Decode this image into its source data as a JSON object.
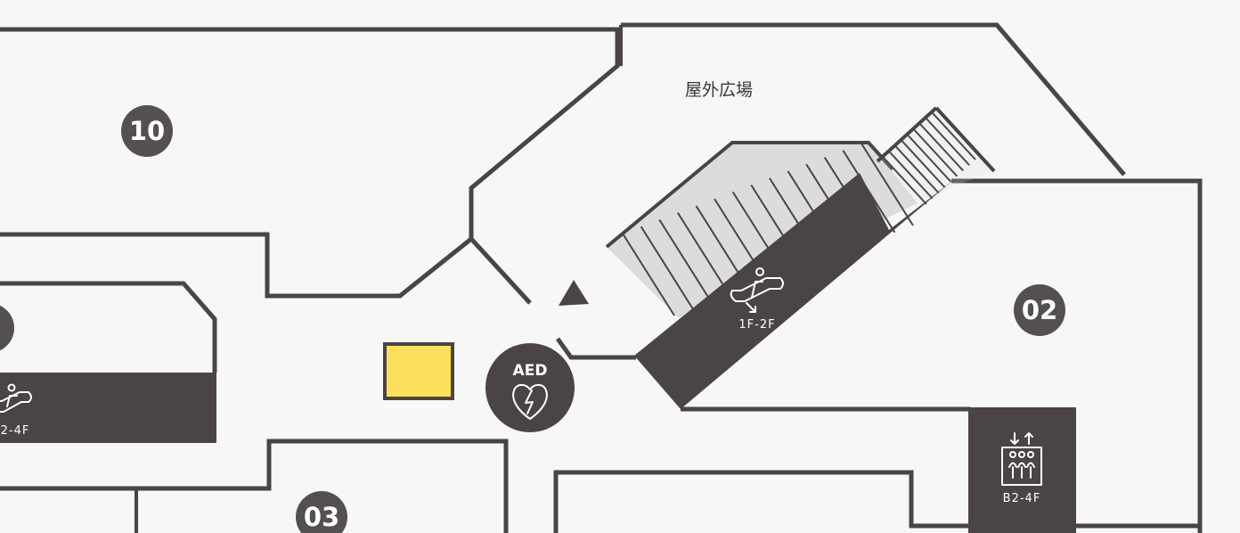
{
  "areas": {
    "outdoor_plaza": "屋外広場"
  },
  "shops": [
    {
      "number": "10"
    },
    {
      "number": "02"
    },
    {
      "number": "03"
    }
  ],
  "escalators": {
    "main": {
      "floors": "1F-2F"
    },
    "left": {
      "floors": "2-4F"
    }
  },
  "elevator": {
    "floors": "B2-4F"
  },
  "aed": {
    "label": "AED"
  },
  "colors": {
    "wall": "#4a4544",
    "background": "#f7f7f7",
    "badge": "#555050",
    "highlight": "#fde05e",
    "stair_fill": "#dcdcdc"
  },
  "icons": [
    "escalator-icon",
    "elevator-icon",
    "aed-heart-icon",
    "direction-arrow-icon"
  ]
}
